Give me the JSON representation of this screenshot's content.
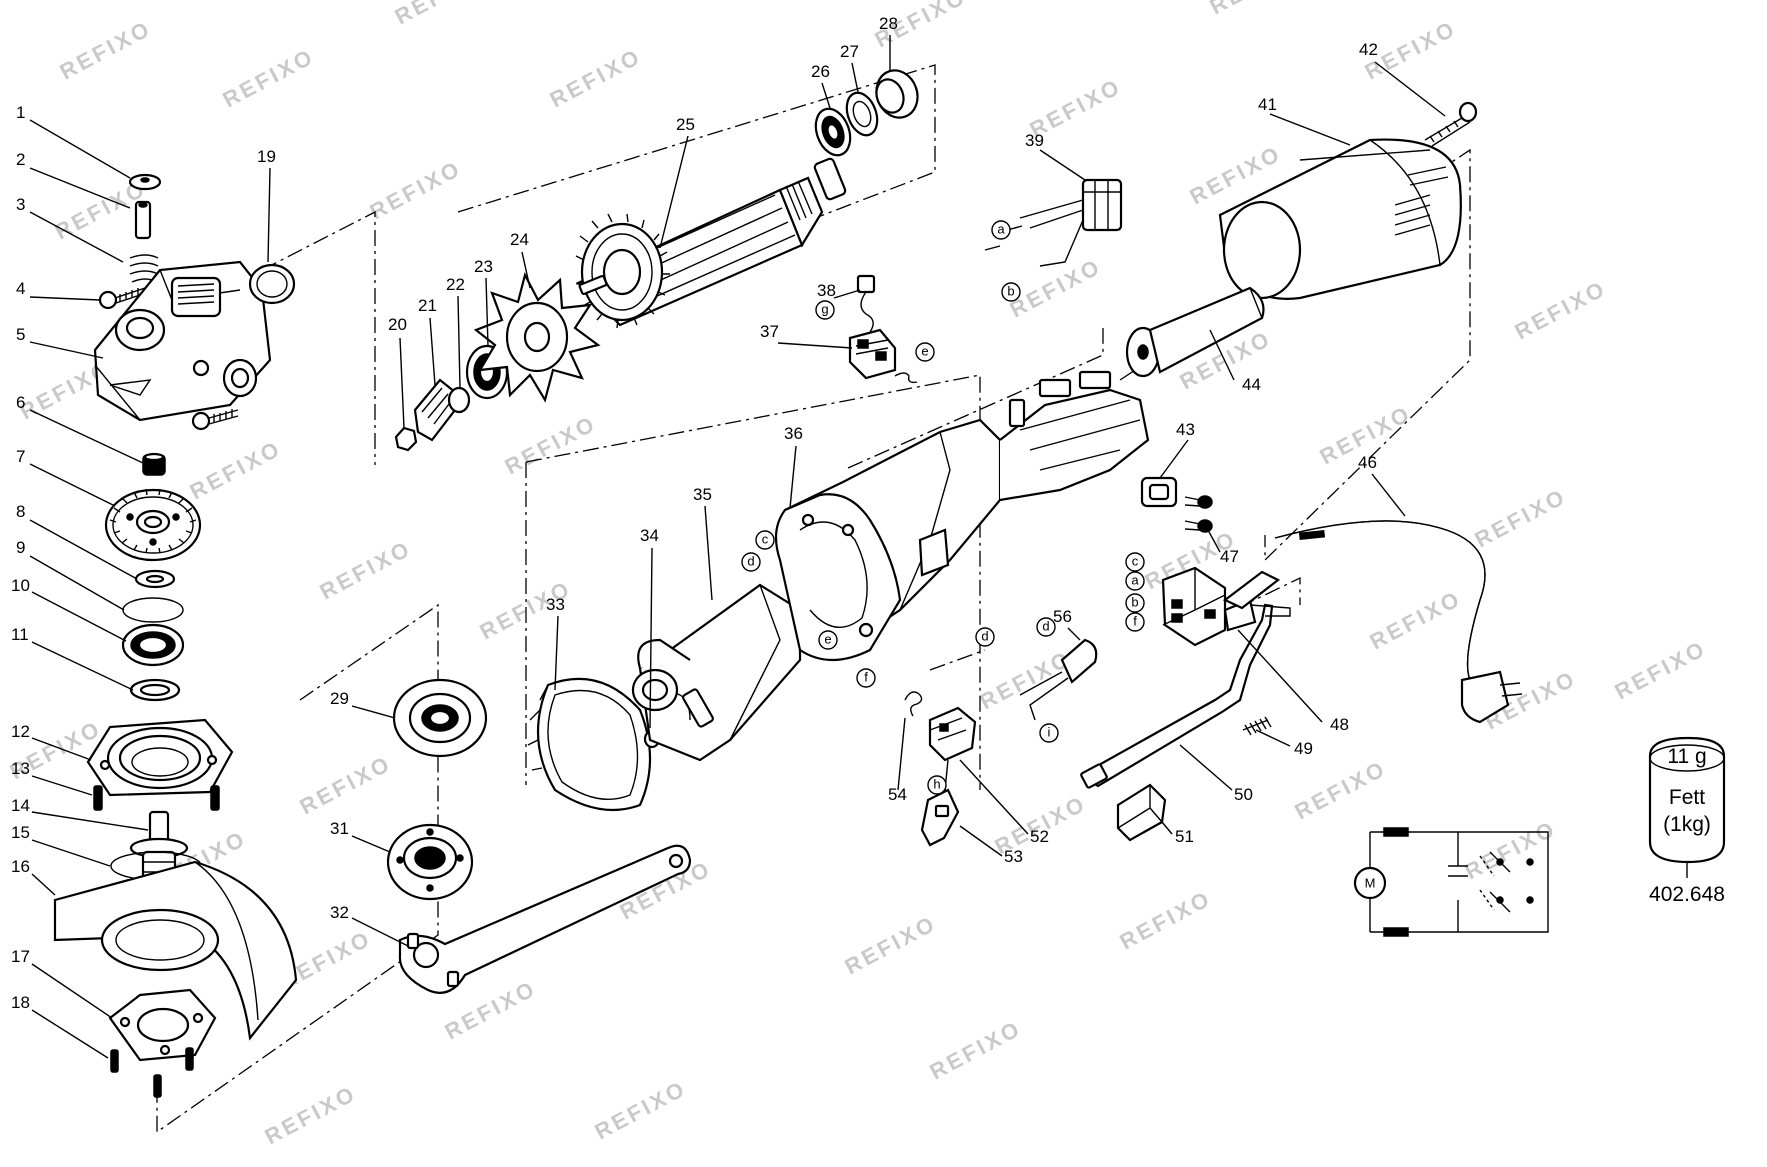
{
  "watermark_text": "REFIXO",
  "part_numbers": [
    "1",
    "2",
    "3",
    "4",
    "5",
    "6",
    "7",
    "8",
    "9",
    "10",
    "11",
    "12",
    "13",
    "14",
    "15",
    "16",
    "17",
    "18",
    "19",
    "20",
    "21",
    "22",
    "23",
    "24",
    "25",
    "26",
    "27",
    "28",
    "29",
    "31",
    "32",
    "33",
    "34",
    "35",
    "36",
    "37",
    "38",
    "39",
    "41",
    "42",
    "43",
    "44",
    "46",
    "47",
    "48",
    "49",
    "50",
    "51",
    "52",
    "53",
    "54",
    "56"
  ],
  "wire_tags": [
    "a",
    "b",
    "c",
    "d",
    "e",
    "f",
    "g",
    "h",
    "i"
  ],
  "grease": {
    "amount": "11 g",
    "name": "Fett",
    "pack": "(1kg)",
    "order_number": "402.648"
  },
  "colors": {
    "line": "#000000",
    "watermark": "#c9c9c9",
    "background": "#ffffff"
  }
}
